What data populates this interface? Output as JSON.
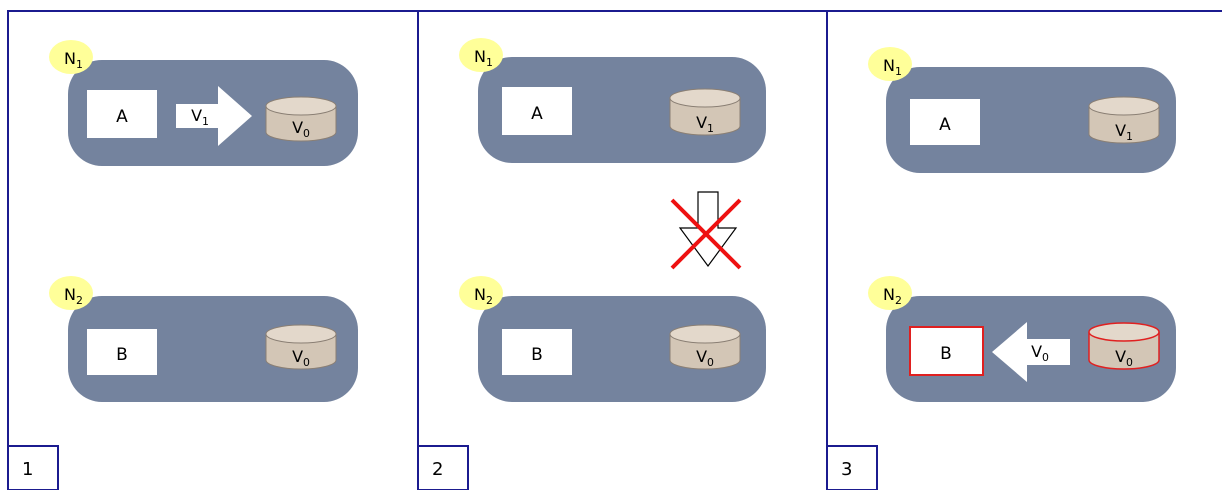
{
  "colors": {
    "border": "#1b1b8f",
    "node": "#74839e",
    "badge": "#ffff99",
    "cylinder": "#d3c6b6",
    "cylinder_stroke": "#8a7f74",
    "highlight": "#e02020",
    "cross": "#ee1111"
  },
  "panels": [
    {
      "number": "1",
      "nodes": [
        {
          "badge": {
            "main": "N",
            "sub": "1"
          },
          "app": "A",
          "arrow": {
            "direction": "right",
            "label": {
              "main": "V",
              "sub": "1"
            }
          },
          "volume": {
            "main": "V",
            "sub": "0"
          }
        },
        {
          "badge": {
            "main": "N",
            "sub": "2"
          },
          "app": "B",
          "volume": {
            "main": "V",
            "sub": "0"
          }
        }
      ]
    },
    {
      "number": "2",
      "nodes": [
        {
          "badge": {
            "main": "N",
            "sub": "1"
          },
          "app": "A",
          "volume": {
            "main": "V",
            "sub": "1"
          }
        },
        {
          "badge": {
            "main": "N",
            "sub": "2"
          },
          "app": "B",
          "volume": {
            "main": "V",
            "sub": "0"
          }
        }
      ],
      "blocked_replication": {
        "direction": "down",
        "icon": "crossed-out-arrow"
      }
    },
    {
      "number": "3",
      "nodes": [
        {
          "badge": {
            "main": "N",
            "sub": "1"
          },
          "app": "A",
          "volume": {
            "main": "V",
            "sub": "1"
          }
        },
        {
          "badge": {
            "main": "N",
            "sub": "2"
          },
          "app": "B",
          "arrow": {
            "direction": "left",
            "label": {
              "main": "V",
              "sub": "0"
            }
          },
          "volume": {
            "main": "V",
            "sub": "0"
          },
          "highlighted": true
        }
      ]
    }
  ]
}
